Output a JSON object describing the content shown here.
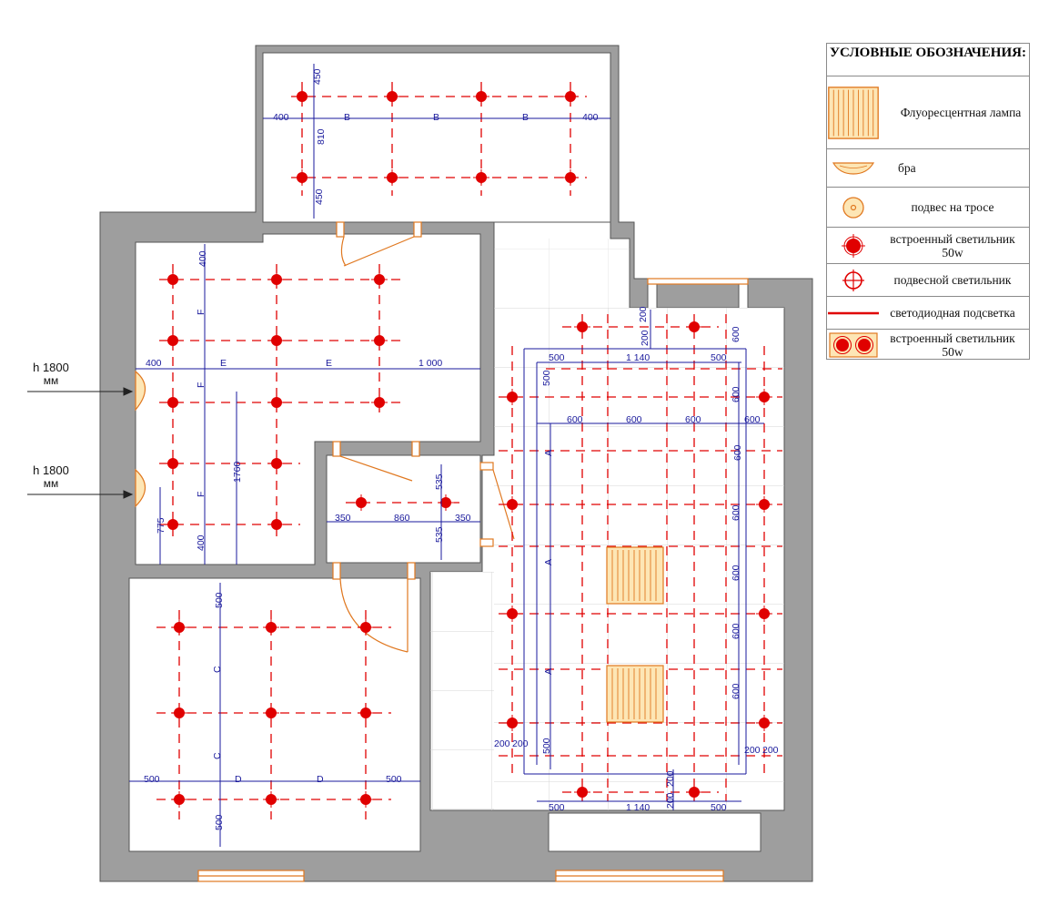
{
  "legend": {
    "title": "УСЛОВНЫЕ ОБОЗНАЧЕНИЯ:",
    "items": [
      {
        "icon": "fluorescent-lamp-icon",
        "label": "Флуоресцентная лампа"
      },
      {
        "icon": "sconce-icon",
        "label": "бра"
      },
      {
        "icon": "cable-pendant-icon",
        "label": "подвес на тросе"
      },
      {
        "icon": "recessed-light-icon",
        "label": "встроенный светильник 50w"
      },
      {
        "icon": "pendant-light-icon",
        "label": "подвесной светильник"
      },
      {
        "icon": "led-strip-icon",
        "label": "светодиодная подсветка"
      },
      {
        "icon": "double-recessed-light-icon",
        "label": "встроенный светильник 50w"
      }
    ]
  },
  "sconce_labels": [
    {
      "height": "h 1800",
      "unit": "мм"
    },
    {
      "height": "h 1800",
      "unit": "мм"
    }
  ],
  "dimensions": {
    "top_room": [
      "450",
      "810",
      "450",
      "400",
      "B",
      "B",
      "B",
      "400"
    ],
    "left_room": [
      "400",
      "F",
      "F",
      "F",
      "400",
      "400",
      "E",
      "E",
      "1 000",
      "1760",
      "775"
    ],
    "small_room": [
      "535",
      "535",
      "350",
      "860",
      "350"
    ],
    "bottom_room": [
      "500",
      "C",
      "C",
      "500",
      "D",
      "D",
      "500",
      "500"
    ],
    "right_room": [
      "200",
      "200",
      "500",
      "1 140",
      "500",
      "600",
      "500",
      "600",
      "600",
      "600",
      "600",
      "A",
      "A",
      "A",
      "600",
      "600",
      "600",
      "600",
      "600",
      "600",
      "200",
      "200",
      "200",
      "200",
      "500",
      "500",
      "1 140",
      "500",
      "200",
      "200"
    ]
  },
  "colors": {
    "wall": "#9e9e9e",
    "wall_stroke": "#555555",
    "light": "#e00000",
    "dim": "#1a1a9c",
    "door": "#e07820"
  }
}
